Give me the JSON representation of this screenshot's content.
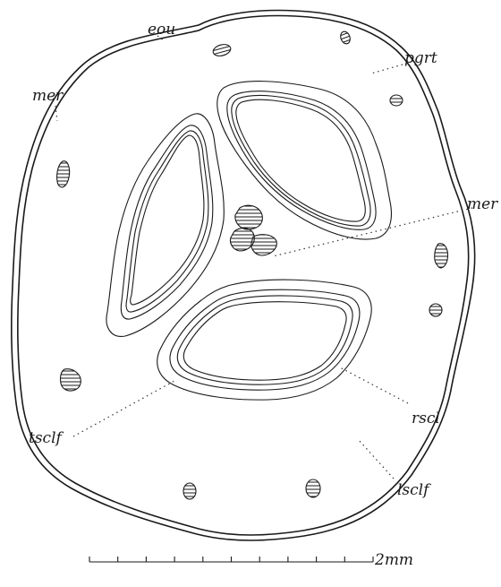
{
  "labels": {
    "eou": "eou",
    "pgrt": "pgrt",
    "mer_left": "mer",
    "mer_right": "mer",
    "rscl": "rscl",
    "tsclf": "tsclf",
    "lsclf": "lsclf"
  },
  "scale_bar": {
    "label": "2mm",
    "divisions": 10
  }
}
